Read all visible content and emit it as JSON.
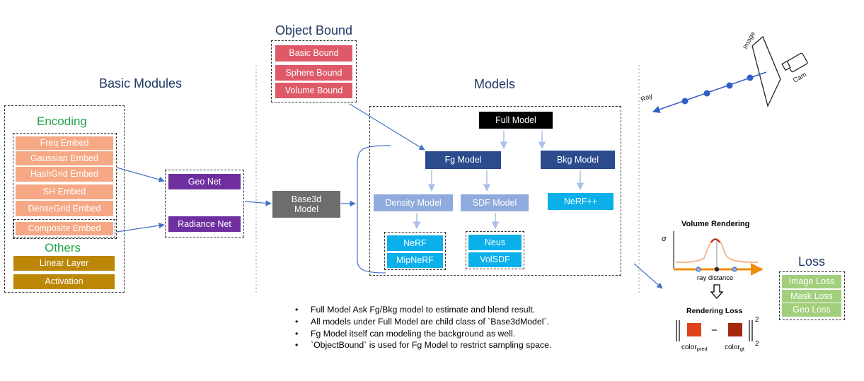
{
  "headings": {
    "object_bound": "Object Bound",
    "basic_modules": "Basic Modules",
    "models": "Models",
    "encoding": "Encoding",
    "others": "Others",
    "loss": "Loss"
  },
  "encoding_items": [
    "Freq Embed",
    "Gaussian Embed",
    "HashGrid Embed",
    "SH Embed",
    "DenseGrid Embed",
    "Composite Embed"
  ],
  "others_items": [
    "Linear Layer",
    "Activation"
  ],
  "nets": {
    "geo": "Geo Net",
    "radiance": "Radiance Net"
  },
  "base3d": {
    "line1": "Base3d",
    "line2": "Model"
  },
  "object_bound_items": [
    "Basic Bound",
    "Sphere Bound",
    "Volume Bound"
  ],
  "models": {
    "full": "Full Model",
    "fg": "Fg Model",
    "bkg": "Bkg Model",
    "density": "Density Model",
    "sdf": "SDF Model",
    "nerfpp": "NeRF++",
    "nerf": "NeRF",
    "mipnerf": "MipNeRF",
    "neus": "Neus",
    "volsdf": "VolSDF"
  },
  "loss_items": [
    "Image Loss",
    "Mask Loss",
    "Geo Loss"
  ],
  "notes": [
    "Full Model Ask Fg/Bkg model to estimate and blend result.",
    "All models under Full Model are child class of `Base3dModel`.",
    "Fg Model itself can modeling the background as well.",
    "`ObjectBound` is used for Fg Model to restrict sampling space."
  ],
  "camera": {
    "image": "Image",
    "cam": "Cam",
    "ray": "Ray"
  },
  "volume_rendering": {
    "title": "Volume Rendering",
    "sigma": "σ",
    "xlabel": "ray distance",
    "loss_title": "Rendering Loss",
    "pred_label": "color",
    "pred_sub": "pred",
    "gt_label": "color",
    "gt_sub": "gt",
    "minus": "−",
    "exp": "2",
    "sub": "2",
    "pred_color": "#e0421c",
    "gt_color": "#a5290f"
  },
  "colors": {
    "orange": "#f6a884",
    "red": "#de5a68",
    "purple": "#6f2f9f",
    "olive": "#bc8706",
    "navy": "#2b4b8c",
    "lightblue": "#8faadc",
    "cyan": "#0bb0ea",
    "green": "#a2cf7c",
    "encoding_heading": "#21a34a",
    "arrow": "#4472c4"
  }
}
